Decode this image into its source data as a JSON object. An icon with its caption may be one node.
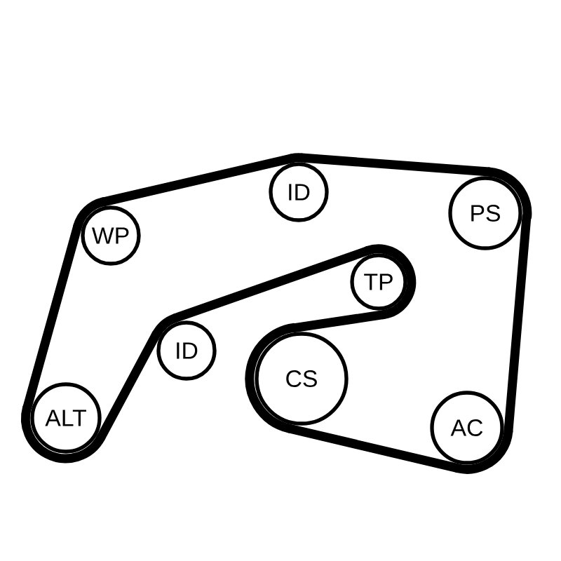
{
  "diagram": {
    "nodes": [
      {
        "text": [
          "WP"
        ]
      },
      {
        "text": [
          "ID"
        ]
      },
      {
        "text": [
          "PS"
        ]
      },
      {
        "text": [
          "TP"
        ]
      },
      {
        "text": [
          "ID"
        ]
      },
      {
        "text": [
          "CS"
        ]
      },
      {
        "text": [
          "ALT"
        ]
      },
      {
        "text": [
          "AC"
        ]
      }
    ],
    "edges": [
      {
        "from": 6,
        "to": 0,
        "arrow": "none"
      },
      {
        "from": 0,
        "to": 1,
        "arrow": "none"
      },
      {
        "from": 1,
        "to": 2,
        "arrow": "none"
      },
      {
        "from": 2,
        "to": 7,
        "arrow": "none"
      },
      {
        "from": 7,
        "to": 5,
        "arrow": "none"
      },
      {
        "from": 5,
        "to": 3,
        "arrow": "none"
      },
      {
        "from": 3,
        "to": 4,
        "arrow": "none"
      },
      {
        "from": 4,
        "to": 6,
        "arrow": "none"
      }
    ]
  }
}
